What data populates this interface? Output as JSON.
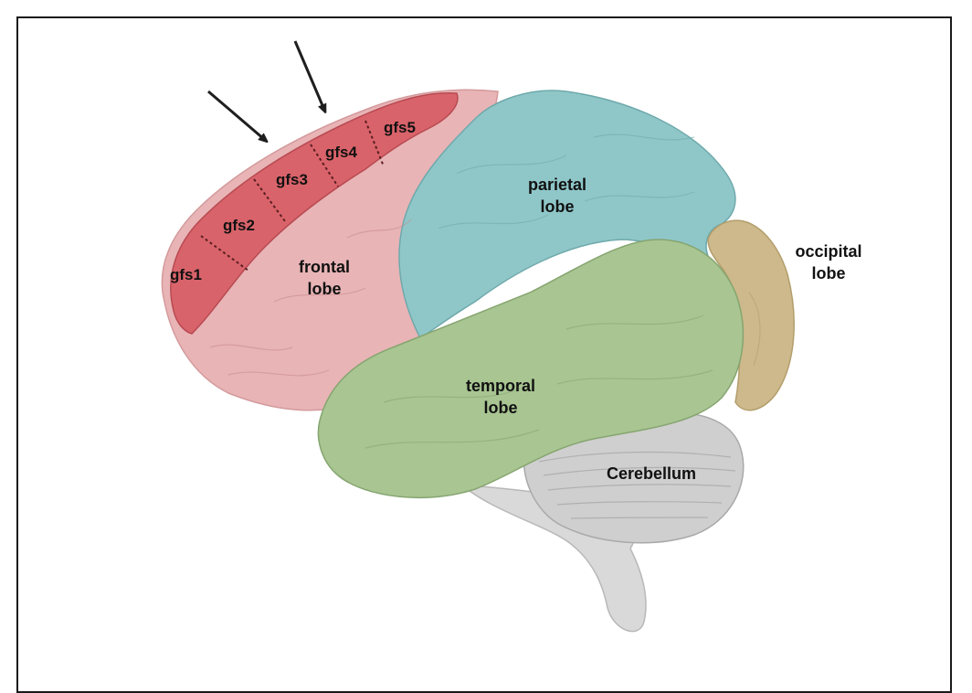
{
  "regions": {
    "gyrus_segments": [
      "gfs1",
      "gfs2",
      "gfs3",
      "gfs4",
      "gfs5"
    ],
    "frontal": [
      "frontal",
      "lobe"
    ],
    "parietal": [
      "parietal",
      "lobe"
    ],
    "occipital": [
      "occipital",
      "lobe"
    ],
    "temporal": [
      "temporal",
      "lobe"
    ],
    "cerebellum": "Cerebellum"
  },
  "colors": {
    "frontal_lobe": "#e8b4b6",
    "gyrus_highlight": "#d9636a",
    "parietal_lobe": "#8fc7c9",
    "occipital_lobe": "#cdb98b",
    "temporal_lobe": "#a8c592",
    "cerebellum": "#cfcfcf",
    "brainstem": "#d9d9d9",
    "arrow": "#1e1e1e"
  },
  "icons": [
    "arrow-icon",
    "arrow-icon"
  ]
}
